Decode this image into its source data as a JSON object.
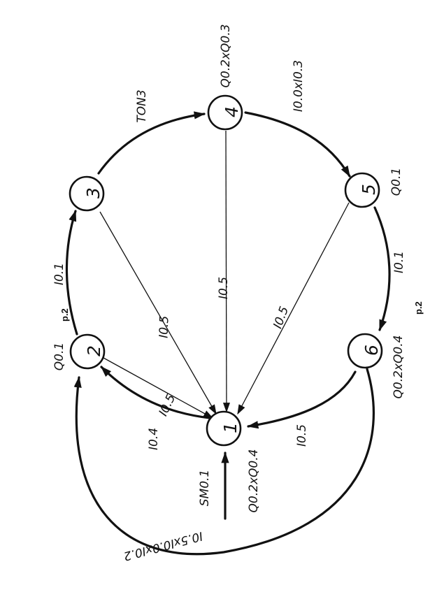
{
  "page_marks": {
    "left": "p.2",
    "right": "p.2"
  },
  "nodes": [
    {
      "id": "1",
      "label": "1"
    },
    {
      "id": "2",
      "label": "2"
    },
    {
      "id": "3",
      "label": "3"
    },
    {
      "id": "4",
      "label": "4"
    },
    {
      "id": "5",
      "label": "5"
    },
    {
      "id": "6",
      "label": "6"
    }
  ],
  "node_labels": {
    "n1": "Q0.2xQ0.4",
    "n2": "Q0.1",
    "n4": "Q0.2xQ0.3",
    "n5": "Q0.1",
    "n6": "Q0.2xQ0.4"
  },
  "transitions": {
    "entry": "SM0.1",
    "t2_3": "I0.1",
    "t3_4": "TON3",
    "t4_5": "I0.0xI0.3",
    "t5_6": "I0.1",
    "t6_1": "I0.5",
    "t1_2": "I0.4",
    "t2_1": "I0.5",
    "t3_1": "I0.5",
    "t4_1": "I0.5",
    "t5_1": "I0.5",
    "t6_2": "I0.5xI0.0xI0.2"
  }
}
